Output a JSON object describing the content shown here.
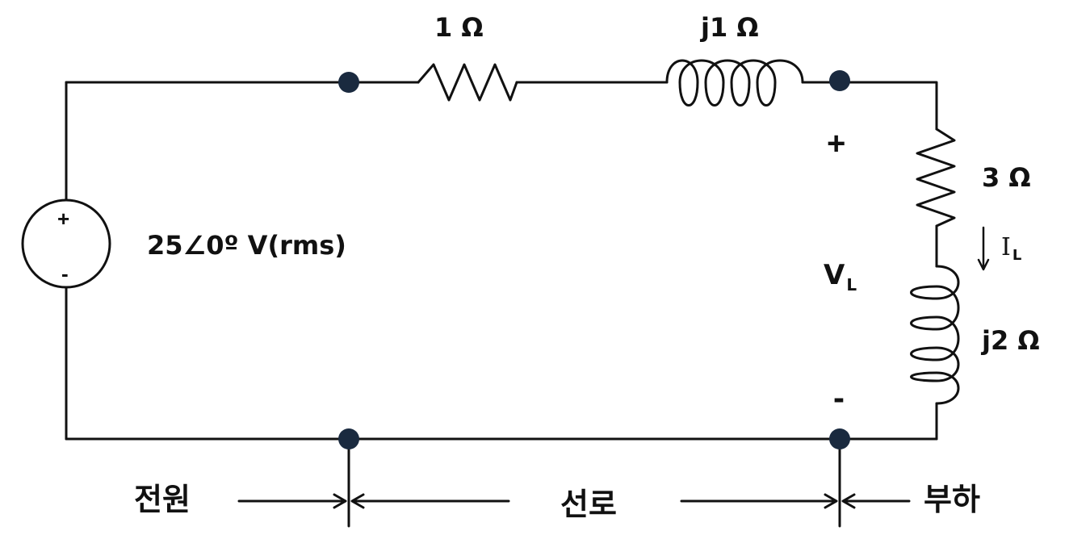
{
  "source": {
    "plus": "+",
    "minus": "-",
    "label": "25∠0º V(rms)"
  },
  "line": {
    "resistor_label": "1 Ω",
    "inductor_label": "j1 Ω"
  },
  "load": {
    "resistor_label": "3 Ω",
    "inductor_label": "j2 Ω",
    "voltage_plus": "+",
    "voltage_minus": "-",
    "voltage_symbol": "V",
    "voltage_subscript": "L",
    "current_symbol": "I",
    "current_subscript": "L"
  },
  "sections": {
    "source": "전원",
    "line": "선로",
    "load": "부하"
  },
  "colors": {
    "wire": "#111111",
    "node": "#1a2a3f",
    "text": "#111111"
  }
}
